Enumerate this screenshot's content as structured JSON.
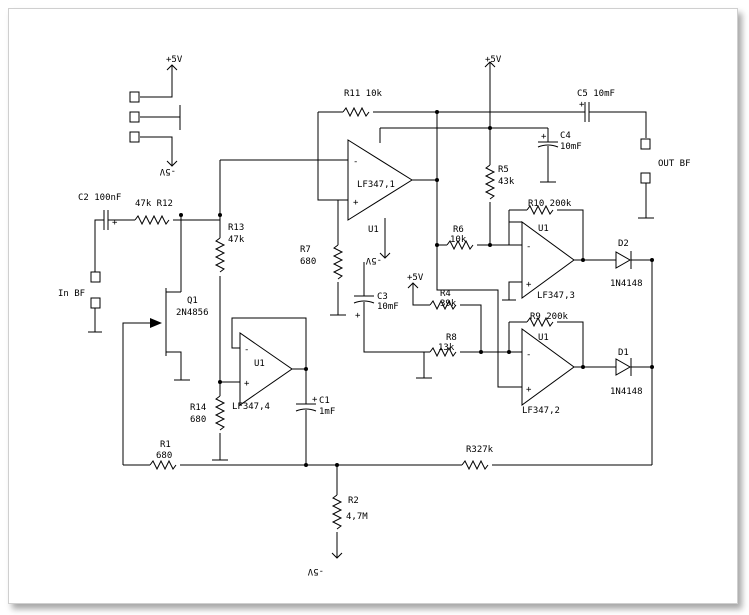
{
  "labels": {
    "vplus_top_left": "+5V",
    "vminus_left": "-5V",
    "vplus_top_mid": "+5V",
    "vplus_mid": "+5V",
    "vminus_u1": "-5V",
    "vminus_bottom": "-5V",
    "c2": "C2 100nF",
    "r12": "47k R12",
    "in_bf": "In BF",
    "q1_name": "Q1",
    "q1_part": "2N4856",
    "r13_name": "R13",
    "r13_val": "47k",
    "r11": "R11  10k",
    "c5": "C5  10mF",
    "c4_name": "C4",
    "c4_val": "10mF",
    "out_bf": "OUT BF",
    "u1_main_name": "U1",
    "u1_main_part": "LF347,1",
    "r5_name": "R5",
    "r5_val": "43k",
    "r7_name": "R7",
    "r7_val": "680",
    "c3_name": "C3",
    "c3_val": "10mF",
    "r6_name": "R6",
    "r6_val": "10k",
    "r10": "R10 200k",
    "u3_name": "U1",
    "u3_part": "LF347,3",
    "d2_name": "D2",
    "d2_part": "1N4148",
    "r4_name": "R4",
    "r4_val": "39k",
    "r8_name": "R8",
    "r8_val": "13k",
    "r9": "R9 200k",
    "u2_name": "U1",
    "u2_part": "LF347,2",
    "d1_name": "D1",
    "d1_part": "1N4148",
    "u4_name": "U1",
    "u4_part": "LF347,4",
    "c1_name": "C1",
    "c1_val": "1mF",
    "r14_name": "R14",
    "r14_val": "680",
    "r1_name": "R1",
    "r1_val": "680",
    "r3": "R327k",
    "r2_name": "R2",
    "r2_val": "4,7M",
    "minus": "-",
    "plus": "+"
  }
}
